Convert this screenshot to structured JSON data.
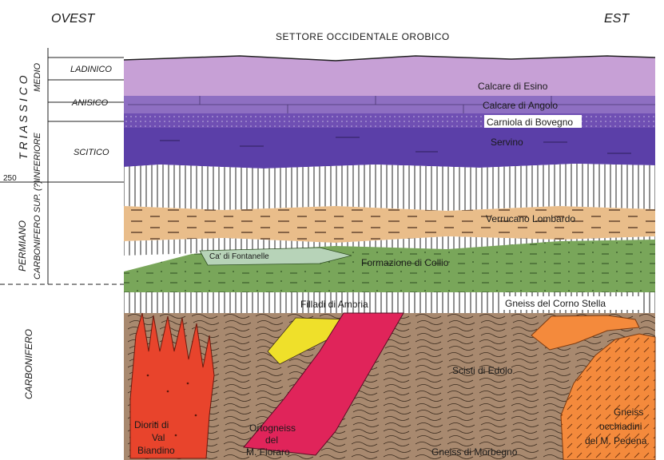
{
  "header": {
    "west": "OVEST",
    "east": "EST",
    "title": "SETTORE OCCIDENTALE OROBICO"
  },
  "periods": {
    "triassico": "T R I A S S I C O",
    "medio": "MEDIO",
    "inferiore": "INFERIORE",
    "permiano": "PERMIANO",
    "carbonifero_sup": "CARBONIFERO SUP. (?)",
    "carbonifero": "CARBONIFERO"
  },
  "stages": {
    "ladinico": "LADINICO",
    "anisico": "ANISICO",
    "scitico": "SCITICO",
    "age_250": "250"
  },
  "units": {
    "calcare_esino": "Calcare di Esino",
    "calcare_angolo": "Calcare di Angolo",
    "carniola_bovegno": "Carniola di Bovegno",
    "servino": "Servino",
    "verrucano": "Verrucano Lombardo",
    "ca_fontanelle": "Ca' di Fontanelle",
    "collio": "Formazione di Collio",
    "filladi_ambria": "Filladi di Ambria",
    "gneiss_corno_stella": "Gneiss del Corno Stella",
    "scisti_edolo": "Scisti di Edolo",
    "dioriti_line1": "Dioriti di",
    "dioriti_line2": "Val",
    "dioriti_line3": "Biandino",
    "ortogneiss_line1": "Ortogneiss",
    "ortogneiss_line2": "del",
    "ortogneiss_line3": "M. Fioraro",
    "gneiss_morbegno": "Gneiss di Morbegno",
    "occhiadini_line1": "Gneiss",
    "occhiadini_line2": "occhiadini",
    "occhiadini_line3": "del M. Pedena"
  },
  "colors": {
    "esino": "#c7a0d6",
    "angolo": "#8e6fc2",
    "bovegno": "#6f4fb3",
    "servino": "#5b3fa8",
    "verrucano": "#e9bd8a",
    "collio": "#79a65a",
    "fontanelle": "#b7d3b8",
    "basement": "#a8896f",
    "diorite": "#e8442c",
    "ortogneiss": "#e0245a",
    "yellow_body": "#efe02a",
    "occhiadini": "#f48a3c"
  }
}
